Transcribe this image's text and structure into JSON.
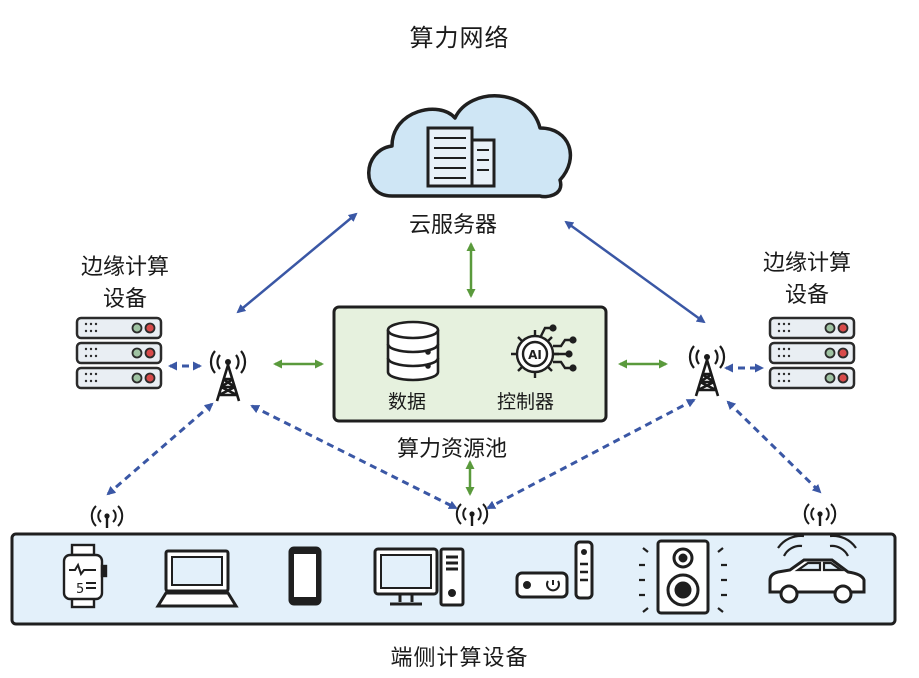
{
  "title": "算力网络",
  "cloud": {
    "label": "云服务器"
  },
  "edge_left": {
    "line1": "边缘计算",
    "line2": "设备"
  },
  "edge_right": {
    "line1": "边缘计算",
    "line2": "设备"
  },
  "pool": {
    "label": "算力资源池",
    "data_label": "数据",
    "controller_label": "控制器",
    "ai_text": "AI"
  },
  "end_devices": {
    "label": "端侧计算设备",
    "items": [
      "smartwatch-icon",
      "laptop-icon",
      "smartphone-icon",
      "desktop-computer-icon",
      "set-top-box-icon",
      "speaker-icon",
      "connected-car-icon"
    ]
  },
  "colors": {
    "blue_arrow": "#3a57a5",
    "green_arrow": "#5a9a3c",
    "pool_fill": "#e6f1de",
    "cloud_fill": "#cfe6f5",
    "device_bar_fill": "#e3f0fa"
  }
}
